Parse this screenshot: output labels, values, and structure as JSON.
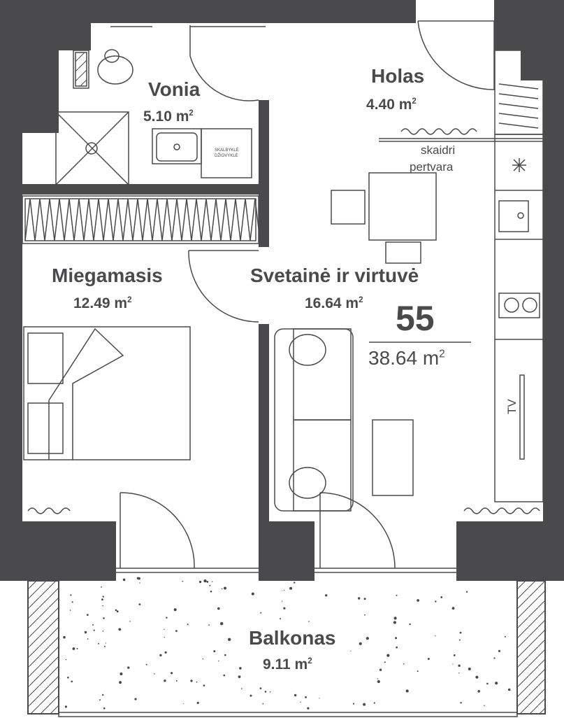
{
  "unit": {
    "number": "55",
    "area": "38.64 m",
    "area_sup": "2"
  },
  "rooms": {
    "vonia": {
      "name": "Vonia",
      "area": "5.10 m",
      "sup": "2"
    },
    "holas": {
      "name": "Holas",
      "area": "4.40 m",
      "sup": "2"
    },
    "miega": {
      "name": "Miegamasis",
      "area": "12.49 m",
      "sup": "2"
    },
    "svet": {
      "name": "Svetainė ir virtuvė",
      "area": "16.64 m",
      "sup": "2"
    },
    "balkon": {
      "name": "Balkonas",
      "area": "9.11 m",
      "sup": "2"
    }
  },
  "notes": {
    "partition_line1": "skaidri",
    "partition_line2": "pertvara",
    "appliance_line1": "SKALBYKLĖ",
    "appliance_line2": "DŽIOVYKLĖ",
    "tv": "TV"
  },
  "colors": {
    "wall": "#4a4a4c",
    "line": "#4a4a4c",
    "background": "#ffffff"
  }
}
